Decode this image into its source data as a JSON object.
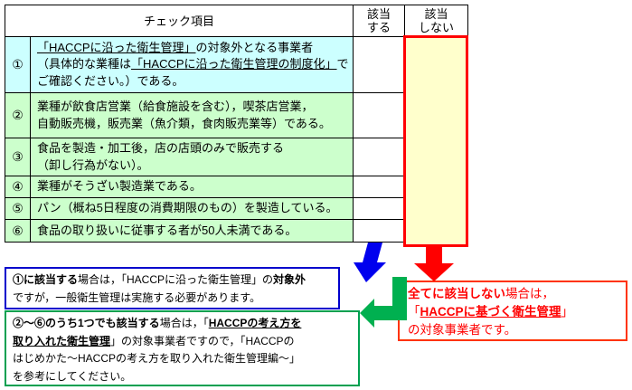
{
  "table": {
    "header": {
      "check_items": "チェック項目",
      "applicable": [
        "該当",
        "する"
      ],
      "not_applicable": [
        "該当",
        "しない"
      ]
    },
    "rows": [
      {
        "num": "①",
        "lines": [
          [
            {
              "t": "「HACCPに沿った衛生管理」",
              "u": true
            },
            {
              "t": "の対象外となる事業者"
            }
          ],
          [
            {
              "t": "（具体的な業種は"
            },
            {
              "t": "「HACCPに沿った衛生管理の制度化」",
              "u": true
            },
            {
              "t": "で"
            }
          ],
          [
            {
              "t": "ご確認ください。）である。"
            }
          ]
        ]
      },
      {
        "num": "②",
        "lines": [
          [
            {
              "t": "業種が飲食店営業（給食施設を含む），喫茶店営業，"
            }
          ],
          [
            {
              "t": "自動販売機，販売業（魚介類，食肉販売業等）である。"
            }
          ]
        ]
      },
      {
        "num": "③",
        "lines": [
          [
            {
              "t": "食品を製造・加工後，店の店頭のみで販売する"
            }
          ],
          [
            {
              "t": "（卸し行為がない）。"
            }
          ]
        ]
      },
      {
        "num": "④",
        "lines": [
          [
            {
              "t": "業種がそうざい製造業である。"
            }
          ]
        ]
      },
      {
        "num": "⑤",
        "lines": [
          [
            {
              "t": "パン（概ね5日程度の消費期限のもの）を製造している。"
            }
          ]
        ]
      },
      {
        "num": "⑥",
        "lines": [
          [
            {
              "t": "食品の取り扱いに従事する者が50人未満である。"
            }
          ]
        ]
      }
    ]
  },
  "notes": {
    "blue": {
      "lines": [
        [
          {
            "t": "①に該当する",
            "b": true
          },
          {
            "t": "場合は，「HACCPに沿った衛生管理」の"
          },
          {
            "t": "対象外",
            "b": true
          }
        ],
        [
          {
            "t": "ですが，一般衛生管理は実施する必要があります。"
          }
        ]
      ]
    },
    "green": {
      "lines": [
        [
          {
            "t": "②～⑥のうち1つでも該当する",
            "b": true
          },
          {
            "t": "場合は，「"
          },
          {
            "t": "HACCPの考え方を",
            "b": true,
            "u": true
          }
        ],
        [
          {
            "t": "取り入れた衛生管理",
            "b": true,
            "u": true
          },
          {
            "t": "」の対象事業者ですので，「HACCPの"
          }
        ],
        [
          {
            "t": "はじめかた～HACCPの考え方を取り入れた衛生管理編～」"
          }
        ],
        [
          {
            "t": "を参考にしてください。"
          }
        ]
      ]
    },
    "red": {
      "lines": [
        [
          {
            "t": "全てに該当しない",
            "b": true
          },
          {
            "t": "場合は，"
          }
        ],
        [
          {
            "t": "「"
          },
          {
            "t": "HACCPに基づく衛生管理",
            "b": true,
            "u": true
          },
          {
            "t": "」"
          }
        ],
        [
          {
            "t": "の対象事業者です。"
          }
        ]
      ]
    }
  },
  "icons": {
    "blue_arrow": "bent-down-arrow",
    "red_arrow": "down-arrow",
    "green_arrow": "elbow-left-arrow"
  },
  "colors": {
    "row1_bg": "#CCFFFF",
    "rows_bg": "#CCFFCC",
    "highlight_bg": "#FFFFCC",
    "highlight_border": "#FF0000",
    "arrow_blue": "#0000EE",
    "arrow_red": "#FF0000",
    "arrow_green": "#00B050",
    "note_blue_border": "#0000CC",
    "note_green_border": "#00A050",
    "note_red_border": "#FF3300",
    "note_red_text": "#FF0000"
  }
}
